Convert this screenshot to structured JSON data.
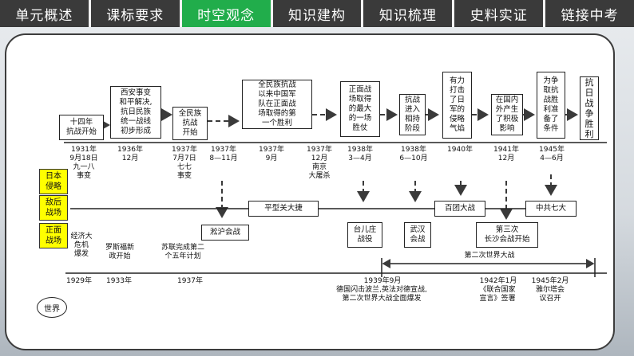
{
  "nav": {
    "tabs": [
      {
        "label": "单元概述",
        "active": false
      },
      {
        "label": "课标要求",
        "active": false
      },
      {
        "label": "时空观念",
        "active": true
      },
      {
        "label": "知识建构",
        "active": false
      },
      {
        "label": "知识梳理",
        "active": false
      },
      {
        "label": "史料实证",
        "active": false
      },
      {
        "label": "链接中考",
        "active": false
      }
    ],
    "active_color": "#21ad4b",
    "tab_color": "#3a3a3a"
  },
  "top_events": [
    "十四年\n抗战开始",
    "西安事变\n和平解决,\n抗日民族\n统一战线\n初步形成",
    "全民族\n抗战\n开始",
    "全民族抗战\n以来中国军\n队在正面战\n场取得的第\n一个胜利",
    "正面战\n场取得\n的最大\n的一场\n胜仗",
    "抗战\n进入\n相持\n阶段",
    "有力\n打击\n了日\n军的\n侵略\n气焰",
    "在国内\n外产生\n了积极\n影响",
    "为争\n取抗\n战胜\n利准\n备了\n条件",
    "抗\n日\n战\n争\n胜\n利"
  ],
  "dates": [
    "1931年\n9月18日\n九一八\n事变",
    "1936年\n12月",
    "1937年\n7月7日\n七七\n事变",
    "1937年\n8—11月",
    "1937年\n9月",
    "1937年\n12月\n南京\n大屠杀",
    "1938年\n3—4月",
    "1938年\n6—10月",
    "1940年",
    "1941年\n12月",
    "1945年\n4—6月"
  ],
  "categories": [
    "日本\n侵略",
    "敌后\n战场",
    "正面\n战场"
  ],
  "rear_events": [
    "平型关大捷",
    "百团大战",
    "中共七大"
  ],
  "front_events": [
    "淞沪会战",
    "台儿庄\n战役",
    "武汉\n会战",
    "第三次\n长沙会战开始"
  ],
  "world": {
    "label": "世界",
    "events": [
      "经济大\n危机\n爆发",
      "罗斯福新\n政开始",
      "苏联完成第二\n个五年计划"
    ],
    "years": [
      "1929年",
      "1933年",
      "1937年"
    ],
    "ww2_label": "第二次世界大战",
    "ww2_events": [
      {
        "date": "1939年9月",
        "text": "德国闪击波兰,英法对德宣战,\n第二次世界大战全面爆发"
      },
      {
        "date": "1942年1月",
        "text": "《联合国家\n宣言》签署"
      },
      {
        "date": "1945年2月",
        "text": "雅尔塔会\n议召开"
      }
    ]
  },
  "colors": {
    "category_fill": "#ffff00",
    "board_border": "#3c3c3c",
    "arrow": "#3a3a3a"
  }
}
